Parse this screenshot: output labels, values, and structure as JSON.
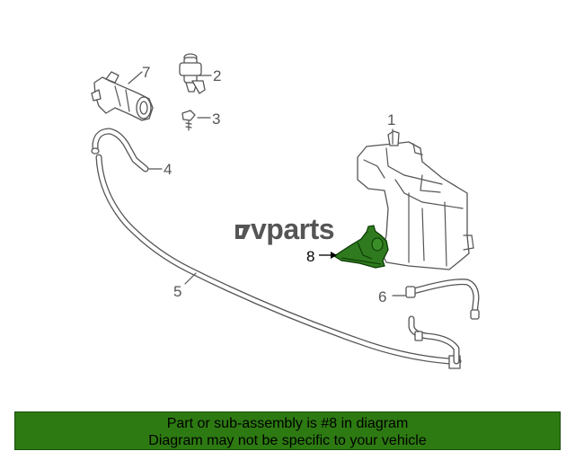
{
  "callouts": {
    "c1": "1",
    "c2": "2",
    "c3": "3",
    "c4": "4",
    "c5": "5",
    "c6": "6",
    "c7": "7",
    "c8": "8"
  },
  "watermark": {
    "text": "vparts"
  },
  "banner": {
    "line1": "Part or sub-assembly is #8 in diagram",
    "line2": "Diagram may not be specific to your vehicle"
  },
  "colors": {
    "banner_bg": "#2d7a12",
    "highlight": "#2f7a1e",
    "line_art": "#555555"
  }
}
